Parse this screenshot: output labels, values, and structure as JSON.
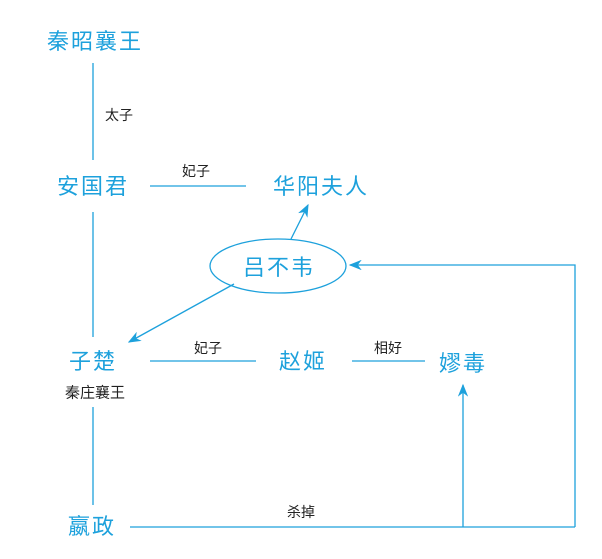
{
  "colors": {
    "accent": "#1da1dc",
    "text": "#222222"
  },
  "nodes": {
    "qin_zhaoxiang": "秦昭襄王",
    "anguojun": "安国君",
    "huayang": "华阳夫人",
    "lv_buwei": "吕不韦",
    "zichu": "子楚",
    "zhaoji": "赵姬",
    "laoai": "嫪毒",
    "yingzheng": "嬴政"
  },
  "labels": {
    "taizi": "太子",
    "feizi1": "妃子",
    "feizi2": "妃子",
    "xianghao": "相好",
    "zhuangxiang": "秦庄襄王",
    "shadiao": "杀掉"
  }
}
